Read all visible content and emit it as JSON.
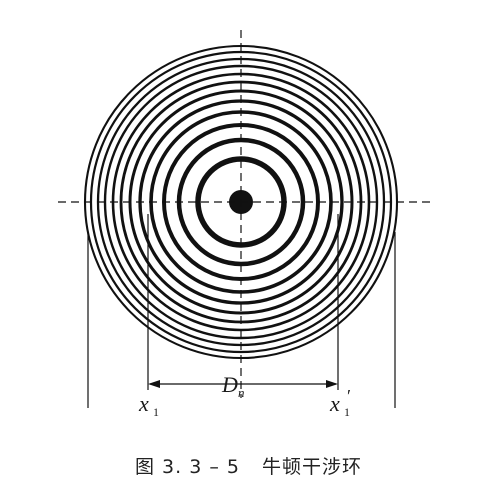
{
  "diagram": {
    "center_label": "",
    "x1_label": "x",
    "x1_sub": "1",
    "x1p_label": "x",
    "x1p_sub": "1",
    "x1p_prime": "′",
    "dn_label": "D",
    "dn_sub": "n"
  },
  "caption": {
    "figure_number": "图 3. 3 – 5",
    "title": "牛顿干涉环"
  },
  "colors": {
    "ink": "#111111",
    "background": "#ffffff"
  }
}
